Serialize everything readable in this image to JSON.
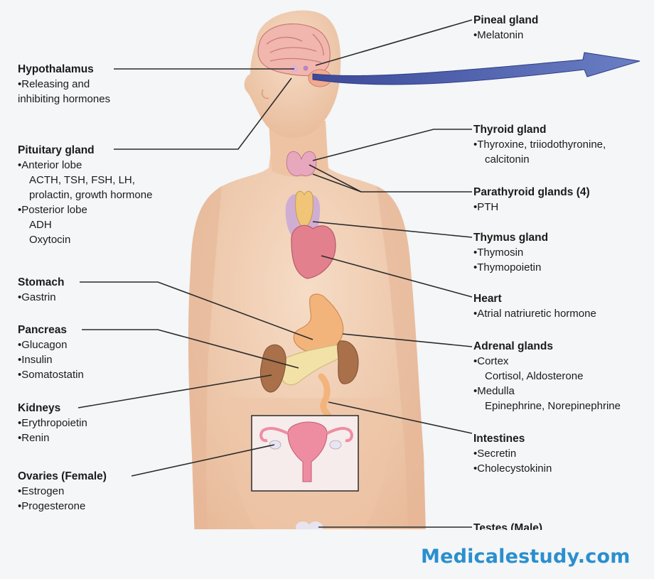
{
  "watermark": "Medicalestudy.com",
  "left_labels": {
    "hypothalamus": {
      "title": "Hypothalamus",
      "lines": [
        "•Releasing and",
        "inhibiting hormones"
      ]
    },
    "pituitary": {
      "title": "Pituitary gland",
      "lines": [
        "•Anterior lobe",
        "ACTH, TSH, FSH, LH,",
        "prolactin, growth hormone",
        "•Posterior lobe",
        "ADH",
        "Oxytocin"
      ]
    },
    "stomach": {
      "title": "Stomach",
      "lines": [
        "•Gastrin"
      ]
    },
    "pancreas": {
      "title": "Pancreas",
      "lines": [
        "•Glucagon",
        "•Insulin",
        "•Somatostatin"
      ]
    },
    "kidneys": {
      "title": "Kidneys",
      "lines": [
        "•Erythropoietin",
        "•Renin"
      ]
    },
    "ovaries": {
      "title": "Ovaries (Female)",
      "lines": [
        "•Estrogen",
        "•Progesterone"
      ]
    }
  },
  "right_labels": {
    "pineal": {
      "title": "Pineal gland",
      "lines": [
        "•Melatonin"
      ]
    },
    "thyroid": {
      "title": "Thyroid gland",
      "lines": [
        "•Thyroxine, triiodothyronine,",
        "calcitonin"
      ]
    },
    "parathyroid": {
      "title": "Parathyroid glands (4)",
      "lines": [
        "•PTH"
      ]
    },
    "thymus": {
      "title": "Thymus gland",
      "lines": [
        "•Thymosin",
        "•Thymopoietin"
      ]
    },
    "heart": {
      "title": "Heart",
      "lines": [
        "•Atrial natriuretic hormone"
      ]
    },
    "adrenal": {
      "title": "Adrenal glands",
      "lines": [
        "•Cortex",
        "Cortisol, Aldosterone",
        "•Medulla",
        "Epinephrine, Norepinephrine"
      ]
    },
    "intestines": {
      "title": "Intestines",
      "lines": [
        "•Secretin",
        "•Cholecystokinin"
      ]
    },
    "testes": {
      "title": "Testes (Male)"
    }
  },
  "colors": {
    "skin": "#f1cdb1",
    "skin_shadow": "#e0ad8c",
    "arrow": "#4a5aa8",
    "watermark": "#2a8fcf",
    "leader": "#2b2b2b"
  }
}
